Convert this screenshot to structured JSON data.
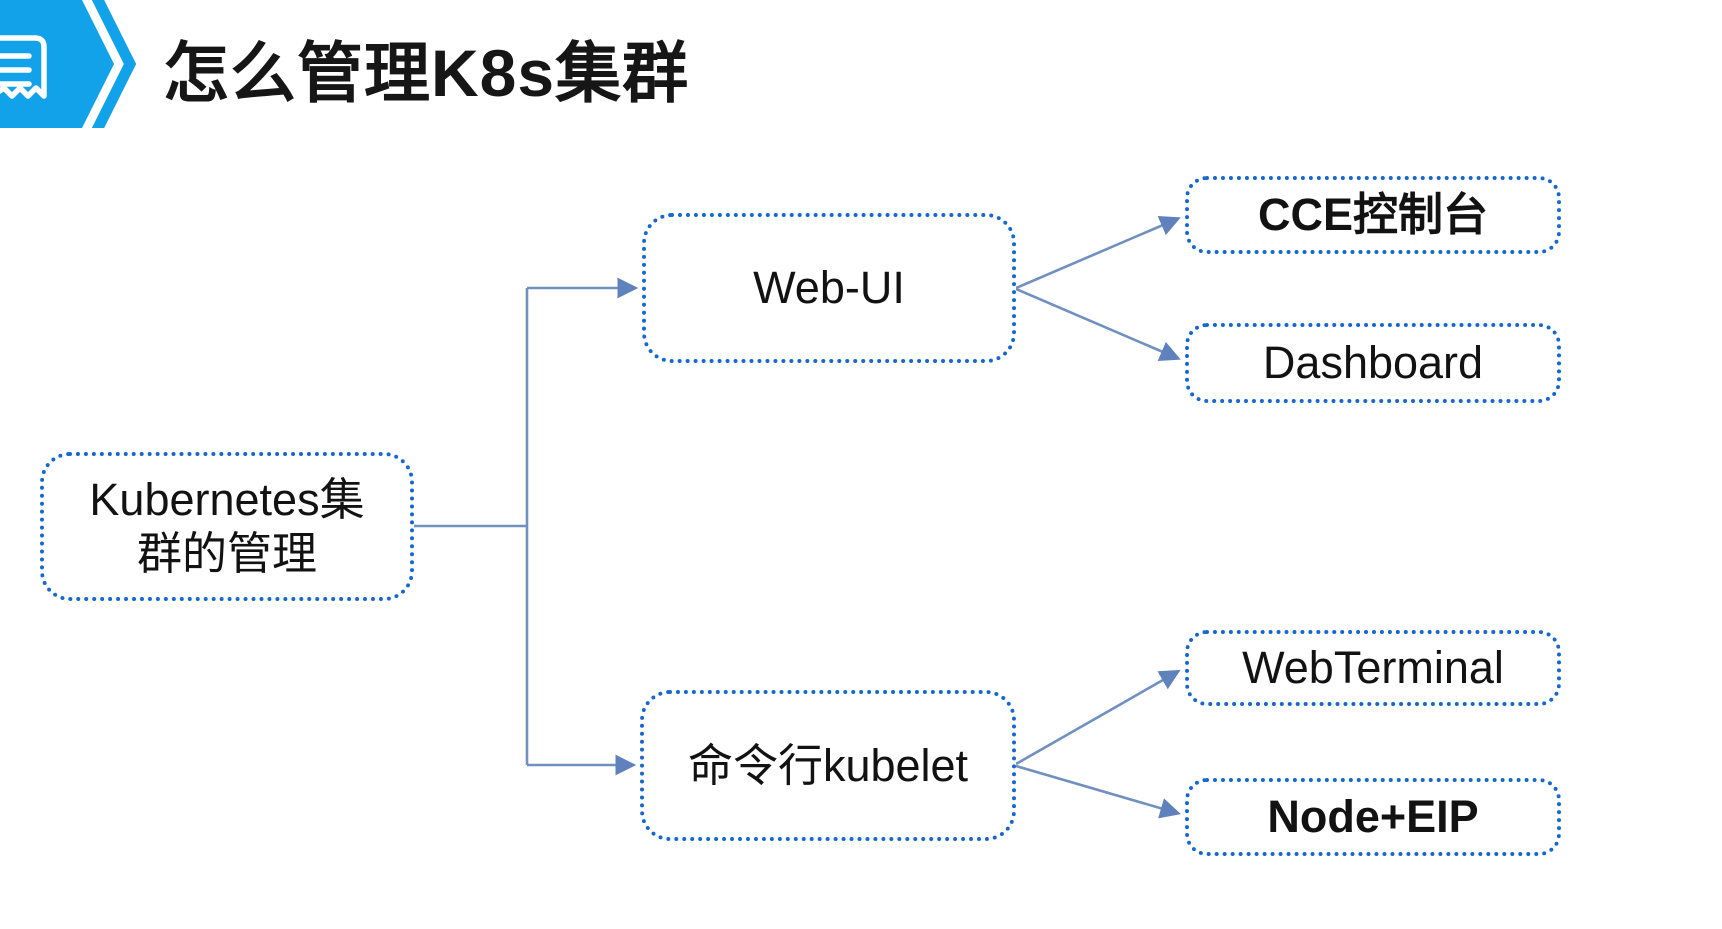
{
  "slide": {
    "title": "怎么管理K8s集群"
  },
  "colors": {
    "header_accent": "#12A2EA",
    "node_border_blue": "#1667CE",
    "connector_blue": "#7090C0",
    "arrowhead_blue": "#5F82BD",
    "text_color": "#121212"
  },
  "diagram": {
    "root": {
      "label": "Kubernetes集群的管理",
      "label_lines": [
        "Kubernetes集",
        "群的管理"
      ]
    },
    "branches": [
      {
        "label": "Web-UI",
        "children": [
          {
            "label": "CCE控制台",
            "bold": true
          },
          {
            "label": "Dashboard",
            "bold": false
          }
        ]
      },
      {
        "label": "命令行kubelet",
        "children": [
          {
            "label": "WebTerminal",
            "bold": false
          },
          {
            "label": "Node+EIP",
            "bold": true
          }
        ]
      }
    ]
  }
}
